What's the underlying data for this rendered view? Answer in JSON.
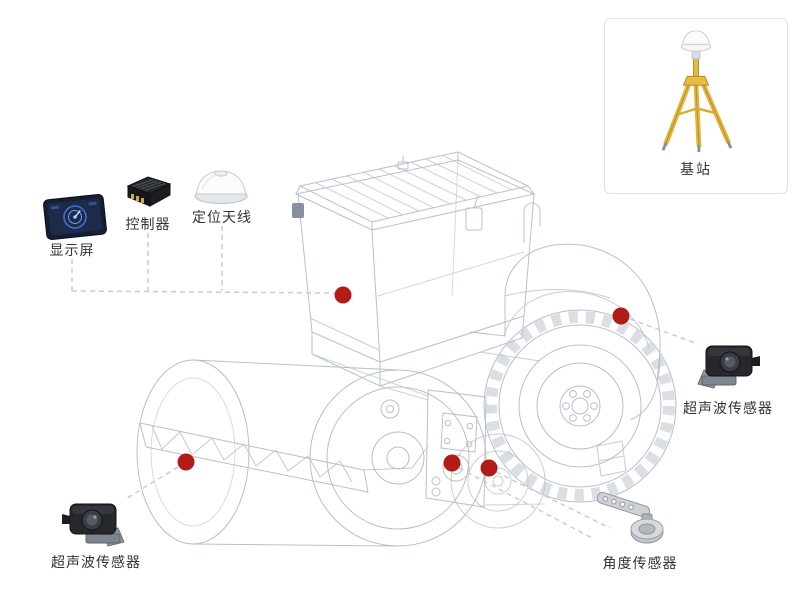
{
  "diagram": {
    "labels": {
      "display": "显示屏",
      "controller": "控制器",
      "antenna": "定位天线",
      "base_station": "基站",
      "ultrasonic_right": "超声波传感器",
      "ultrasonic_left": "超声波传感器",
      "angle_sensor": "角度传感器"
    },
    "icons": [
      "display-screen-icon",
      "controller-module-icon",
      "gnss-antenna-icon",
      "base-station-tripod-icon",
      "ultrasonic-sensor-icon",
      "ultrasonic-sensor-icon",
      "angle-sensor-icon",
      "marker-dot"
    ],
    "colors": {
      "background": "#ffffff",
      "marker_red": "#b21b16",
      "wireframe_gray": "#b7c0ca",
      "dashed_gray": "#c9ced4",
      "tripod_yellow": "#e6bb41",
      "label_text": "#333333",
      "box_border": "#e2e2e2"
    },
    "markers": [
      {
        "part": "cab"
      },
      {
        "part": "rear-wheel"
      },
      {
        "part": "drum"
      },
      {
        "part": "front-frame-left"
      },
      {
        "part": "front-frame-right"
      }
    ]
  }
}
